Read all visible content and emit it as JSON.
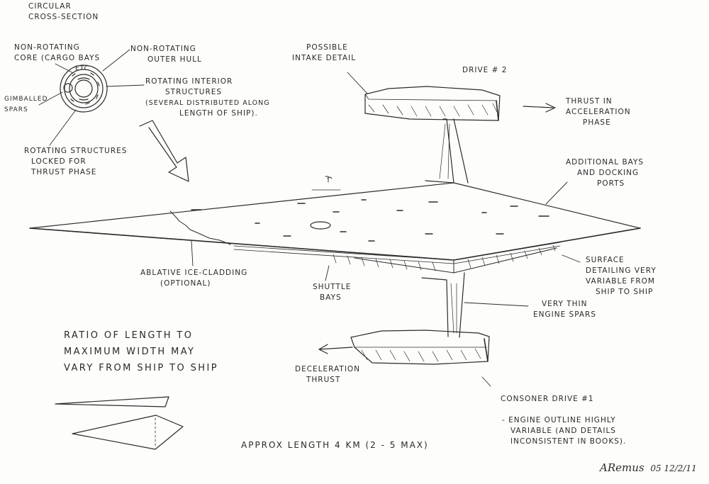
{
  "title": {
    "line1": "Circular",
    "line2": "Cross-section"
  },
  "cross_section": {
    "core": {
      "line1": "Non-rotating",
      "line2": "core (cargo bays",
      "line3": "etc"
    },
    "hull": {
      "line1": "Non-rotating",
      "line2": "outer hull"
    },
    "interior": {
      "line1": "Rotating interior",
      "line2": "structures",
      "line3": "(several distributed along",
      "line4": "length of ship)."
    },
    "spars": {
      "line1": "Gimballed",
      "line2": "spars"
    },
    "locked": {
      "line1": "Rotating structures",
      "line2": "locked for",
      "line3": "thrust phase"
    }
  },
  "intake": {
    "line1": "Possible",
    "line2": "intake detail"
  },
  "drive2": "Drive # 2",
  "thrust_accel": {
    "line1": "Thrust in",
    "line2": "acceleration",
    "line3": "phase"
  },
  "bays": {
    "line1": "Additional bays",
    "line2": "and docking",
    "line3": "ports"
  },
  "surface": {
    "line1": "Surface",
    "line2": "detailing very",
    "line3": "variable from",
    "line4": "ship to ship"
  },
  "ablative": {
    "line1": "Ablative ice-cladding",
    "line2": "(optional)"
  },
  "shuttle": {
    "line1": "Shuttle",
    "line2": "bays"
  },
  "spars_thin": {
    "line1": "Very thin",
    "line2": "engine spars"
  },
  "ratio": {
    "line1": "Ratio of length to",
    "line2": "maximum width may",
    "line3": "vary from ship to ship"
  },
  "decel": {
    "line1": "Deceleration",
    "line2": "thrust"
  },
  "drive1": "Consoner drive #1",
  "engine_note": {
    "line1": "- Engine outline highly",
    "line2": "variable (and details",
    "line3": "inconsistent in books)."
  },
  "length": "Approx length  4 km  (2 - 5 max)",
  "signature": {
    "name": "ARemus",
    "date": "05 12/2/11"
  }
}
